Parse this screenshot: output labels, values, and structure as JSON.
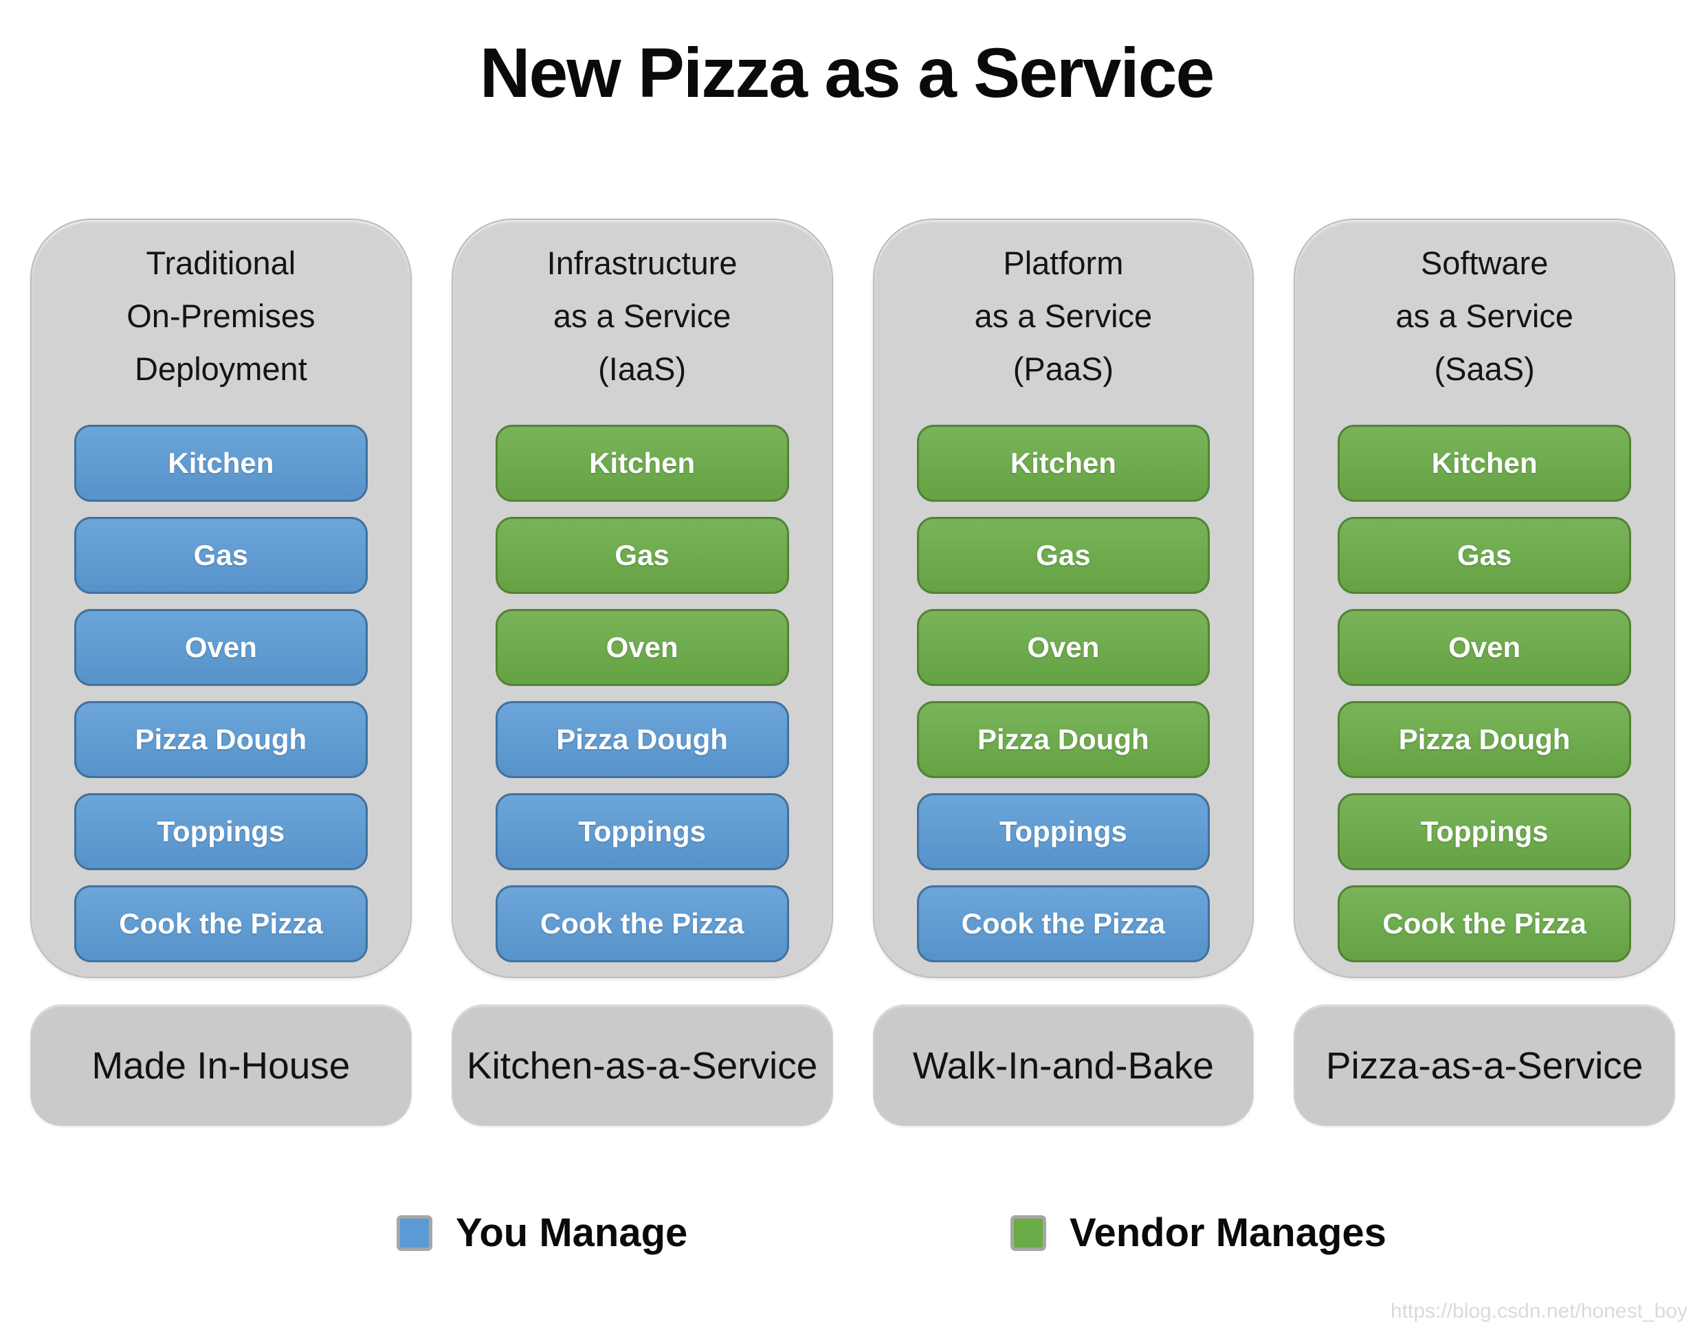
{
  "title": "New Pizza as a Service",
  "colors": {
    "blue": "#5B9BD5",
    "blue_border": "#41719C",
    "green": "#6AAB47",
    "green_border": "#548235",
    "card_bg": "#D2D2D2",
    "strip_bg": "#CACACA",
    "watermark": "#DADADA"
  },
  "columns": [
    {
      "header_lines": [
        "Traditional",
        "On-Premises",
        "Deployment"
      ],
      "items": [
        {
          "label": "Kitchen",
          "managed_by": "you"
        },
        {
          "label": "Gas",
          "managed_by": "you"
        },
        {
          "label": "Oven",
          "managed_by": "you"
        },
        {
          "label": "Pizza Dough",
          "managed_by": "you"
        },
        {
          "label": "Toppings",
          "managed_by": "you"
        },
        {
          "label": "Cook the Pizza",
          "managed_by": "you"
        }
      ],
      "footer": "Made In-House"
    },
    {
      "header_lines": [
        "Infrastructure",
        "as a Service",
        "(IaaS)"
      ],
      "items": [
        {
          "label": "Kitchen",
          "managed_by": "vendor"
        },
        {
          "label": "Gas",
          "managed_by": "vendor"
        },
        {
          "label": "Oven",
          "managed_by": "vendor"
        },
        {
          "label": "Pizza Dough",
          "managed_by": "you"
        },
        {
          "label": "Toppings",
          "managed_by": "you"
        },
        {
          "label": "Cook the Pizza",
          "managed_by": "you"
        }
      ],
      "footer": "Kitchen-as-a-Service"
    },
    {
      "header_lines": [
        "Platform",
        "as a Service",
        "(PaaS)"
      ],
      "items": [
        {
          "label": "Kitchen",
          "managed_by": "vendor"
        },
        {
          "label": "Gas",
          "managed_by": "vendor"
        },
        {
          "label": "Oven",
          "managed_by": "vendor"
        },
        {
          "label": "Pizza Dough",
          "managed_by": "vendor"
        },
        {
          "label": "Toppings",
          "managed_by": "you"
        },
        {
          "label": "Cook the Pizza",
          "managed_by": "you"
        }
      ],
      "footer": "Walk-In-and-Bake"
    },
    {
      "header_lines": [
        "Software",
        "as a Service",
        "(SaaS)"
      ],
      "items": [
        {
          "label": "Kitchen",
          "managed_by": "vendor"
        },
        {
          "label": "Gas",
          "managed_by": "vendor"
        },
        {
          "label": "Oven",
          "managed_by": "vendor"
        },
        {
          "label": "Pizza Dough",
          "managed_by": "vendor"
        },
        {
          "label": "Toppings",
          "managed_by": "vendor"
        },
        {
          "label": "Cook the Pizza",
          "managed_by": "vendor"
        }
      ],
      "footer": "Pizza-as-a-Service"
    }
  ],
  "legend": {
    "you": {
      "label": "You Manage"
    },
    "vendor": {
      "label": "Vendor Manages"
    }
  },
  "watermark": "https://blog.csdn.net/honest_boy"
}
